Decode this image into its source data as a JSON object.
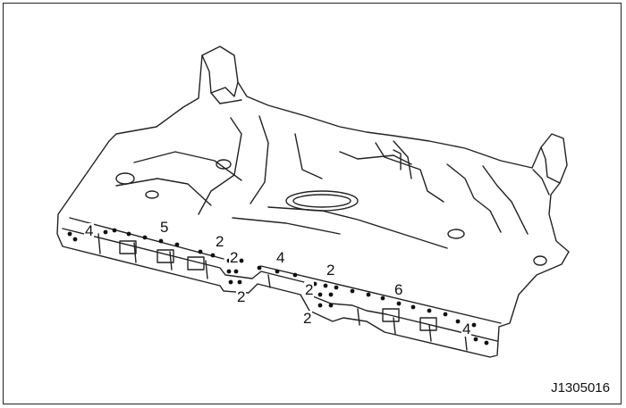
{
  "figure": {
    "id": "J1305016",
    "subject": "rear floor pan weld points",
    "line_color": "#222222",
    "weld_dot_color": "#111111",
    "background_color": "#ffffff"
  },
  "callouts": [
    {
      "key": "c1",
      "label": "4"
    },
    {
      "key": "c2",
      "label": "5"
    },
    {
      "key": "c3",
      "label": "2"
    },
    {
      "key": "c4",
      "label": "2"
    },
    {
      "key": "c5",
      "label": "4"
    },
    {
      "key": "c6",
      "label": "2"
    },
    {
      "key": "c7",
      "label": "2"
    },
    {
      "key": "c8",
      "label": "2"
    },
    {
      "key": "c9",
      "label": "6"
    },
    {
      "key": "c10",
      "label": "2"
    },
    {
      "key": "c11",
      "label": "4"
    }
  ]
}
